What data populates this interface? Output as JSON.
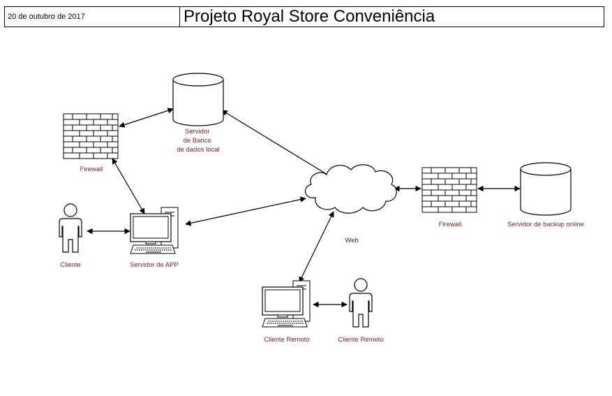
{
  "header": {
    "date": "20 de outubro de 2017",
    "title": "Projeto Royal Store Conveniência"
  },
  "labels": {
    "db_local": [
      "Servidor",
      "de Banco",
      "de dados local"
    ],
    "firewall_left": "Firewall",
    "cliente": "Cliente",
    "servidor_app": "Servidor de APP",
    "web": "Web",
    "firewall_right": "Firewall",
    "backup": "Servidor de backup online",
    "cliente_remoto_pc": "Cliente Remoto",
    "cliente_remoto_user": "Cliente Remoto"
  },
  "colors": {
    "label_text": "#7a1f1f",
    "web_text": "#1f2a5c",
    "stroke": "#000000"
  }
}
